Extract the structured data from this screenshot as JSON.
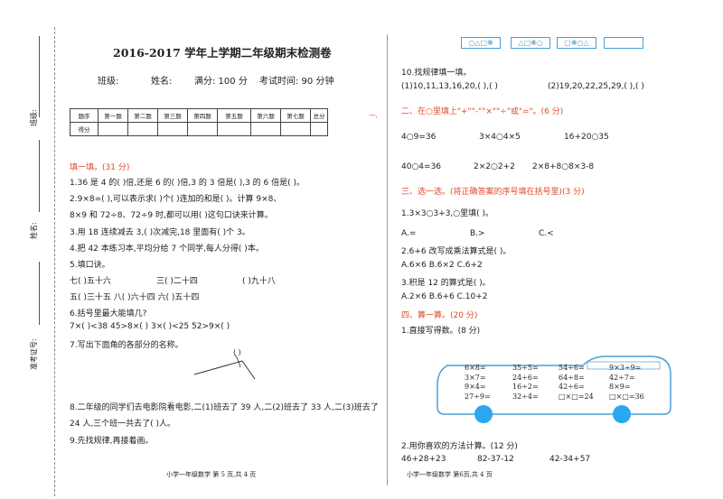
{
  "left": {
    "title": "2016-2017 学年上学期二年级期末检测卷",
    "info": {
      "class": "班级:",
      "name": "姓名:",
      "full": "满分: 100 分",
      "time": "考试时间: 90 分钟"
    },
    "score_table": {
      "row1": [
        "题序",
        "第一题",
        "第二题",
        "第三题",
        "第四题",
        "第五题",
        "第六题",
        "第七题",
        "总分"
      ],
      "row2_label": "得分"
    },
    "dash_mark": "一、",
    "sec1": "填一填。(31 分)",
    "q1": "1.36 是 4 的(      )倍,还是 6 的(      )倍,3 的 3 倍是(      ),3 的 6 倍是(      )。",
    "q2a": "2.9×8=(      ),可以表示求(      )个(      )连加的和是(      )。计算 9×8、",
    "q2b": "8×9 和 72÷8、72÷9 时,都可以用(      )这句口诀来计算。",
    "q3": "3.用 18 连续减去 3,(      )次减完,18 里面有(      )个 3。",
    "q4": "4.把 42 本练习本,平均分给 7 个同学,每人分得(      )本。",
    "q5": "5.填口诀。",
    "q5a": "七(      )五十六",
    "q5b": "三(      )二十四",
    "q5c": "(      )九十八",
    "q5d": "五(      )三十五 八(      )六十四 六(      )五十四",
    "q6": "6.括号里最大能填几?",
    "q6a": "7×(      )<38   45>8×(      )   3×(      )<25   52>9×(      )",
    "q7": "7.写出下面角的各部分的名称。",
    "q7p": "(      )",
    "q8a": "8.二年级的同学们去电影院看电影,二(1)班去了 39 人,二(2)班去了 33 人,二(3)班去了",
    "q8b": "24 人,三个班一共去了(      )人。",
    "q9": "9.先找规律,再接着画。",
    "footer": "小学一年级数学    第 5 页,共 4 页",
    "side_labels": [
      "班级:",
      "姓名:",
      "准考证号:"
    ]
  },
  "right": {
    "q10": "10.找规律填一填。",
    "q10a": "(1)10,11,13,16,20,(      ),(      )",
    "q10b": "(2)19,20,22,25,29,(      ),(      )",
    "sec2": "二、在○里填上\"+\"\"-\"\"×\"\"÷\"或\"=\"。(6 分)",
    "eq": [
      "4○9=36",
      "3×4○4×5",
      "16+20○35",
      "40○4=36",
      "2×2○2+2",
      "2×8+8○8×3-8"
    ],
    "sec3": "三、选一选。(将正确答案的序号填在括号里)(3 分)",
    "c1": "1.3×3○3+3,○里填(      )。",
    "c1opts": [
      "A.=",
      "B.>",
      "C.<"
    ],
    "c2": "2.6+6 改写成乘法算式是(      )。",
    "c2opts": "A.6×6    B.6×2    C.6+2",
    "c3": "3.积是 12 的算式是(      )。",
    "c3opts": "A.2×6  B.6+6  C.10+2",
    "sec4": "四、算一算。(20 分)",
    "d1": "1.直接写得数。(8 分)",
    "bus": {
      "col1": [
        "6×8=",
        "3×7=",
        "9×4=",
        "27÷9="
      ],
      "col2": [
        "35÷5=",
        "24÷6=",
        "16÷2=",
        "32÷4="
      ],
      "col3": [
        "54÷6=",
        "64÷8=",
        "42÷6=",
        "□×□=24"
      ],
      "col4": [
        "9×3÷9=",
        "42÷7=",
        "8×9=",
        "□×□=36"
      ]
    },
    "d2": "2.用你喜欢的方法计算。(12 分)",
    "d2items": [
      "46+28+23",
      "82-37-12",
      "42-34+57"
    ],
    "footer": "小学一年级数学    第6页,共 4 页",
    "header_symbols": [
      "○△□❋",
      "△□❋○",
      "□❋○△"
    ]
  }
}
